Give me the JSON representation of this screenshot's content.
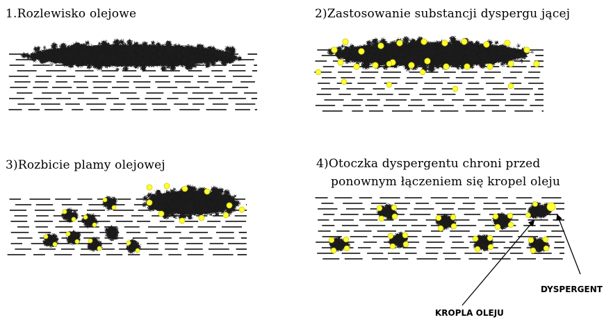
{
  "panels": [
    {
      "title": "1.Rozlewisko olejowe"
    },
    {
      "title": "2)Zastosowanie substancji dyspergu jącej"
    },
    {
      "title": "3)Rozbicie plamy olejowej"
    },
    {
      "title_line1": "4)Otoczka dyspergentu chroni przed",
      "title_line2": "ponownym łączeniem się kropel oleju"
    }
  ],
  "labels": {
    "dispersant": "DYSPERGENT",
    "oil_drop": "KROPLA OLEJU"
  },
  "colors": {
    "oil": "#1a1a1a",
    "dispersant": "#ffff33",
    "dispersant_stroke": "#cccc00",
    "water_lines": "#000000"
  }
}
